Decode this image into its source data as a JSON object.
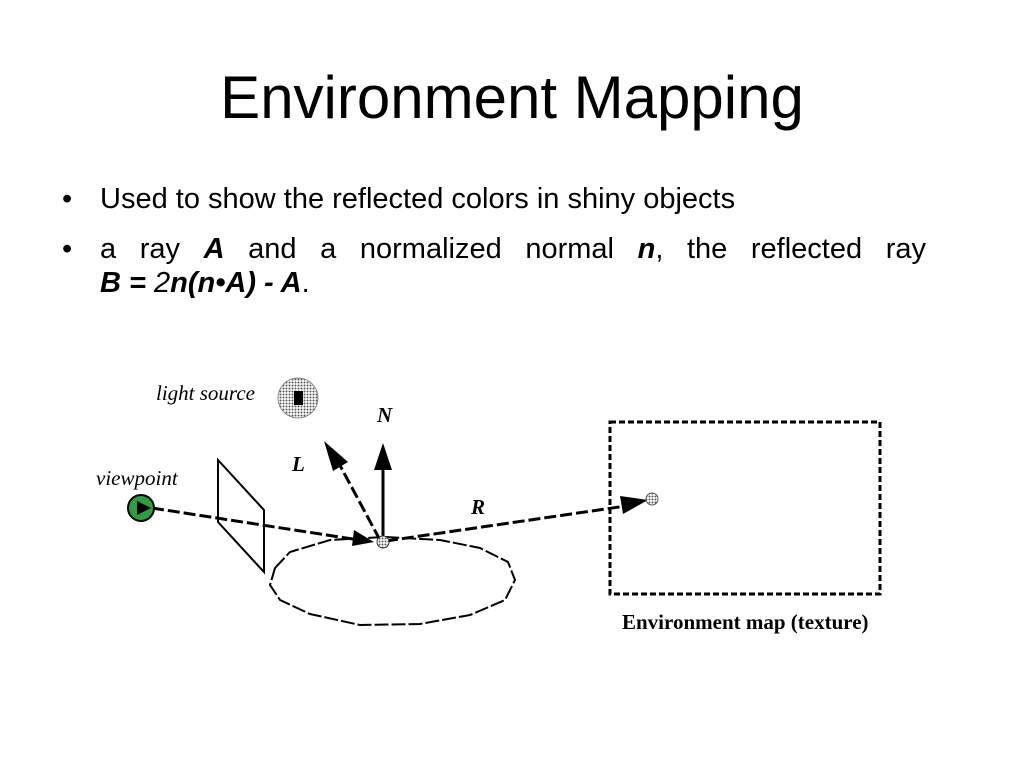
{
  "slide": {
    "title": "Environment Mapping",
    "bullets": [
      {
        "text": "Used to show the reflected colors in shiny objects"
      },
      {
        "line1": {
          "t1": "a ray ",
          "v1": "A",
          "t2": " and a normalized normal ",
          "v2": "n",
          "t3": ", the reflected ray"
        },
        "line2": {
          "p1": "B = ",
          "p2": "2",
          "p3": "n(n•A) - A",
          "p4": "."
        }
      }
    ],
    "bullet_glyph": "•"
  },
  "diagram": {
    "light_source_label": "light source",
    "viewpoint_label": "viewpoint",
    "normal_label": "N",
    "light_label": "L",
    "reflect_label": "R",
    "env_map_label": "Environment map (texture)",
    "colors": {
      "viewpoint_fill": "#2f9e3f",
      "light_fill": "#9a9a9a",
      "stroke": "#000000"
    }
  }
}
